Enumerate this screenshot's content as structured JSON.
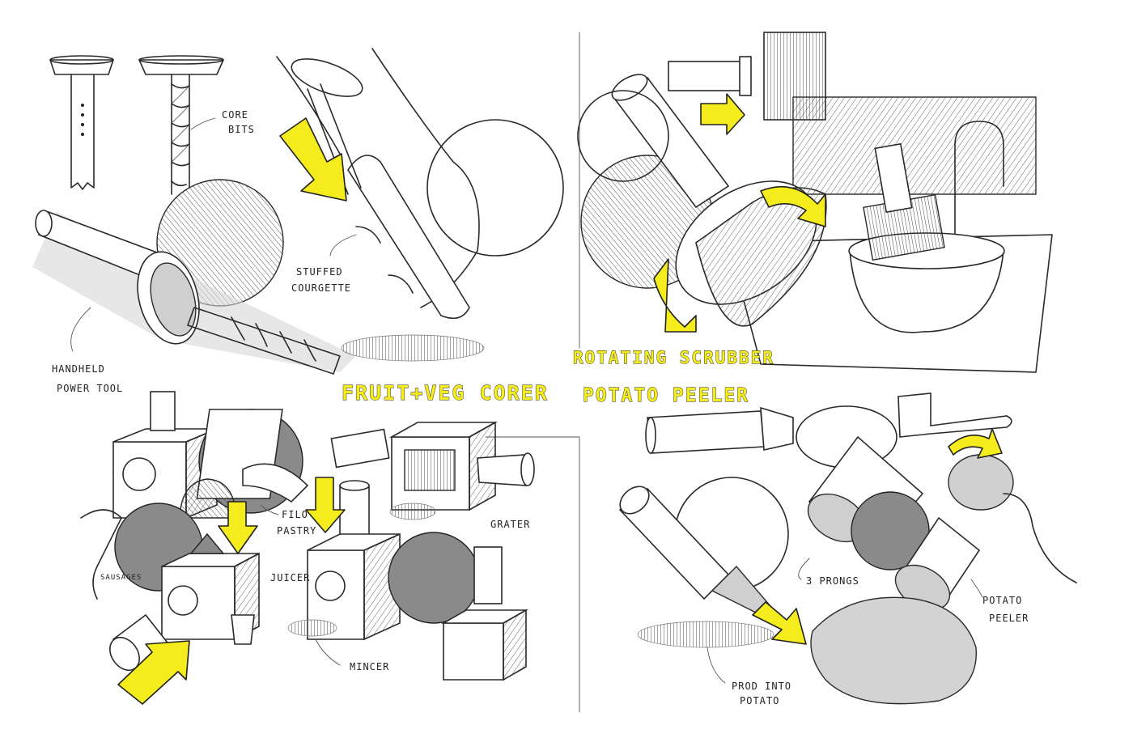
{
  "titles": {
    "corer": "FRUIT+VEG CORER",
    "scrubber": "ROTATING SCRUBBER",
    "peeler": "POTATO PEELER"
  },
  "annotations": {
    "core_bits": [
      "CORE",
      "BITS"
    ],
    "stuffed_courgette": [
      "STUFFED",
      "COURGETTE"
    ],
    "handheld_power_tool": [
      "HANDHELD",
      "POWER TOOL"
    ],
    "filo_pastry": [
      "FILO",
      "PASTRY"
    ],
    "grater": "GRATER",
    "sausages": "SAUSAGES",
    "juicer": "JUICER",
    "mincer": "MINCER",
    "three_prongs": "3 PRONGS",
    "potato_peeler": [
      "POTATO",
      "PEELER"
    ],
    "prod_into_potato": [
      "PROD INTO",
      "POTATO"
    ]
  },
  "colors": {
    "highlight": "#f4ec1c",
    "ink": "#2a2a2a",
    "paper": "#ffffff"
  }
}
